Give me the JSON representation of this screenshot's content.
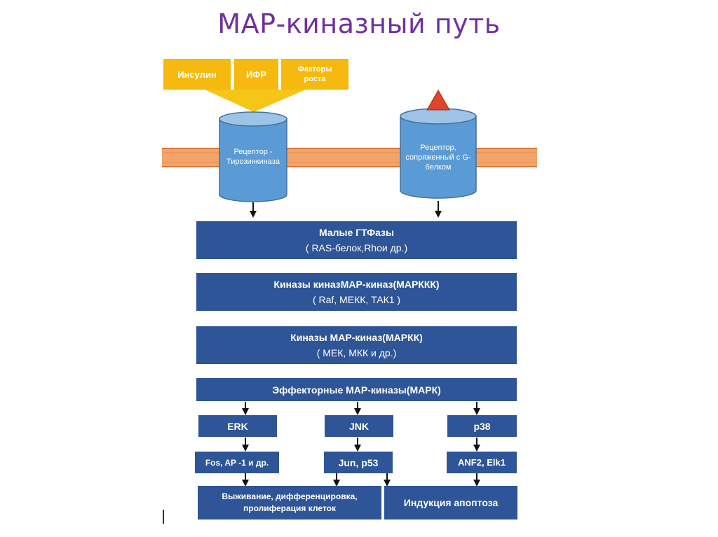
{
  "title": "МАР-киназный путь",
  "ligands": [
    "Инсулин",
    "ИФР",
    "Факторы роста"
  ],
  "receptors": {
    "rtk": "Рецептор - Тирозинкиназа",
    "gpcr": "Рецептор, сопряженный с G-белком"
  },
  "cascade": [
    {
      "main": "Малые ГТФазы",
      "sub": "( RAS-белок,Rhoи др.)"
    },
    {
      "main": "Киназы киназМАР-киназ(МАРККК)",
      "sub": "( Raf, МЕКК, ТАК1 )"
    },
    {
      "main": "Киназы МАР-киназ(МАРКК)",
      "sub": "( МЕК, МКК и др.)"
    },
    {
      "main": "Эффекторные МАР-киназы(МАРК)"
    }
  ],
  "mapk": [
    "ERK",
    "JNK",
    "p38"
  ],
  "targets": [
    "Fos, AP -1 и др.",
    "Jun, p53",
    "ANF2, Elk1"
  ],
  "outcomes": [
    "Выживание, дифференцировка, пролиферация клеток",
    "Индукция апоптоза"
  ],
  "colors": {
    "title": "#7030a0",
    "ligand_box": "#f5b90f",
    "pathway_box": "#2e5597",
    "membrane": "#f4a469",
    "membrane_edge": "#d6783a",
    "receptor": "#5b9bd5",
    "receptor_top": "#9dc3e6",
    "gpcr_ligand": "#e0442a"
  }
}
